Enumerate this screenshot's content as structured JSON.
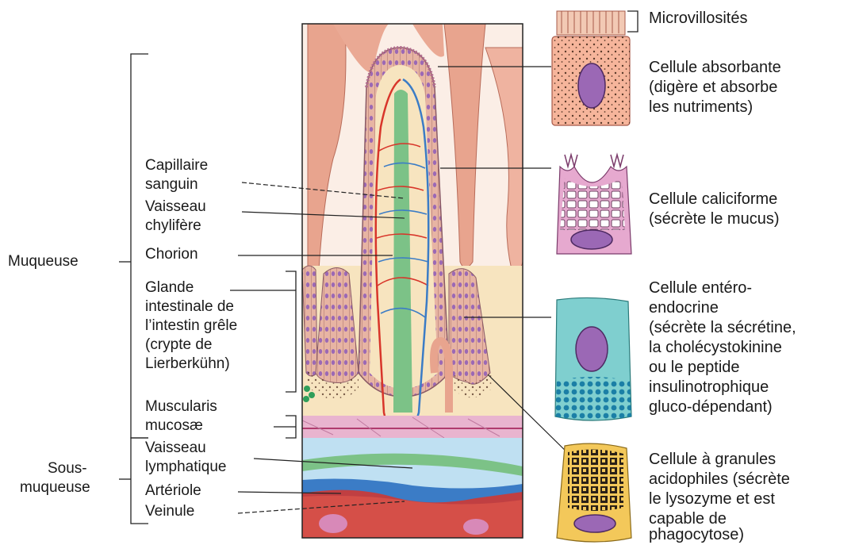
{
  "groups": {
    "muqueuse": "Muqueuse",
    "sous_muqueuse": [
      "Sous-",
      "muqueuse"
    ]
  },
  "labels": {
    "capillaire": [
      "Capillaire",
      "sanguin"
    ],
    "vaisseau_chylifere": [
      "Vaisseau",
      "chylifère"
    ],
    "chorion": "Chorion",
    "glande": [
      "Glande",
      "intestinale de",
      "l’intestin grêle",
      "(crypte de",
      "Lierberkühn)"
    ],
    "muscularis": [
      "Muscularis",
      "mucosæ"
    ],
    "vaisseau_lymph": [
      "Vaisseau",
      "lymphatique"
    ],
    "arteriole": "Artériole",
    "veinule": "Veinule"
  },
  "cells": {
    "microvillosites": "Microvillosités",
    "absorbante": [
      "Cellule absorbante",
      "(digère et absorbe",
      "les nutriments)"
    ],
    "caliciforme": [
      "Cellule caliciforme",
      "(sécrète le mucus)"
    ],
    "entero": [
      "Cellule entéro-",
      "endocrine",
      "(sécrète la sécrétine,",
      "la cholécystokinine",
      "ou le peptide",
      "insulinotrophique",
      "gluco-dépendant)"
    ],
    "granules": [
      "Cellule à granules",
      "acidophiles (sécrète",
      "le lysozyme et est",
      "capable de",
      "phagocytose)"
    ]
  },
  "colors": {
    "tissue": "#e8a48e",
    "lamina": "#f7e4bf",
    "lacteal": "#7cc287",
    "artery": "#d8352a",
    "vein": "#3b7cc6",
    "muscle": "#e9b4cf",
    "goblet": "#e6a9cf",
    "endocrine": "#7fcfcf",
    "paneth": "#f3c85a",
    "nucleus": "#8e4fa3"
  }
}
